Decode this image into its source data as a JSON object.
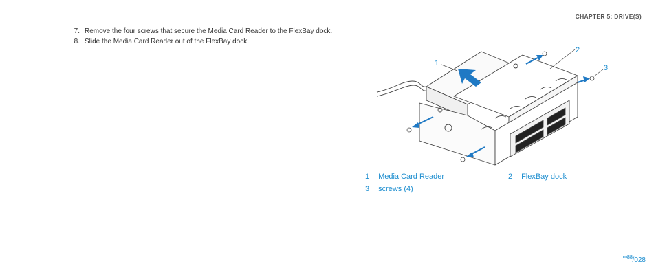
{
  "header": {
    "chapter": "CHAPTER 5: DRIVE(S)"
  },
  "steps": [
    {
      "num": "7.",
      "text": "Remove the four screws that secure the Media Card Reader to the FlexBay dock."
    },
    {
      "num": "8.",
      "text": "Slide the Media Card Reader out of the FlexBay dock."
    }
  ],
  "callouts": [
    "1",
    "2",
    "3"
  ],
  "legend": [
    {
      "num": "1",
      "label": "Media Card Reader"
    },
    {
      "num": "2",
      "label": "FlexBay dock"
    },
    {
      "num": "3",
      "label": "screws (4)"
    }
  ],
  "footer": {
    "logo": "ꟷ88",
    "page": "028"
  },
  "colors": {
    "accent": "#1f8fd0",
    "arrow": "#1f79c4"
  }
}
